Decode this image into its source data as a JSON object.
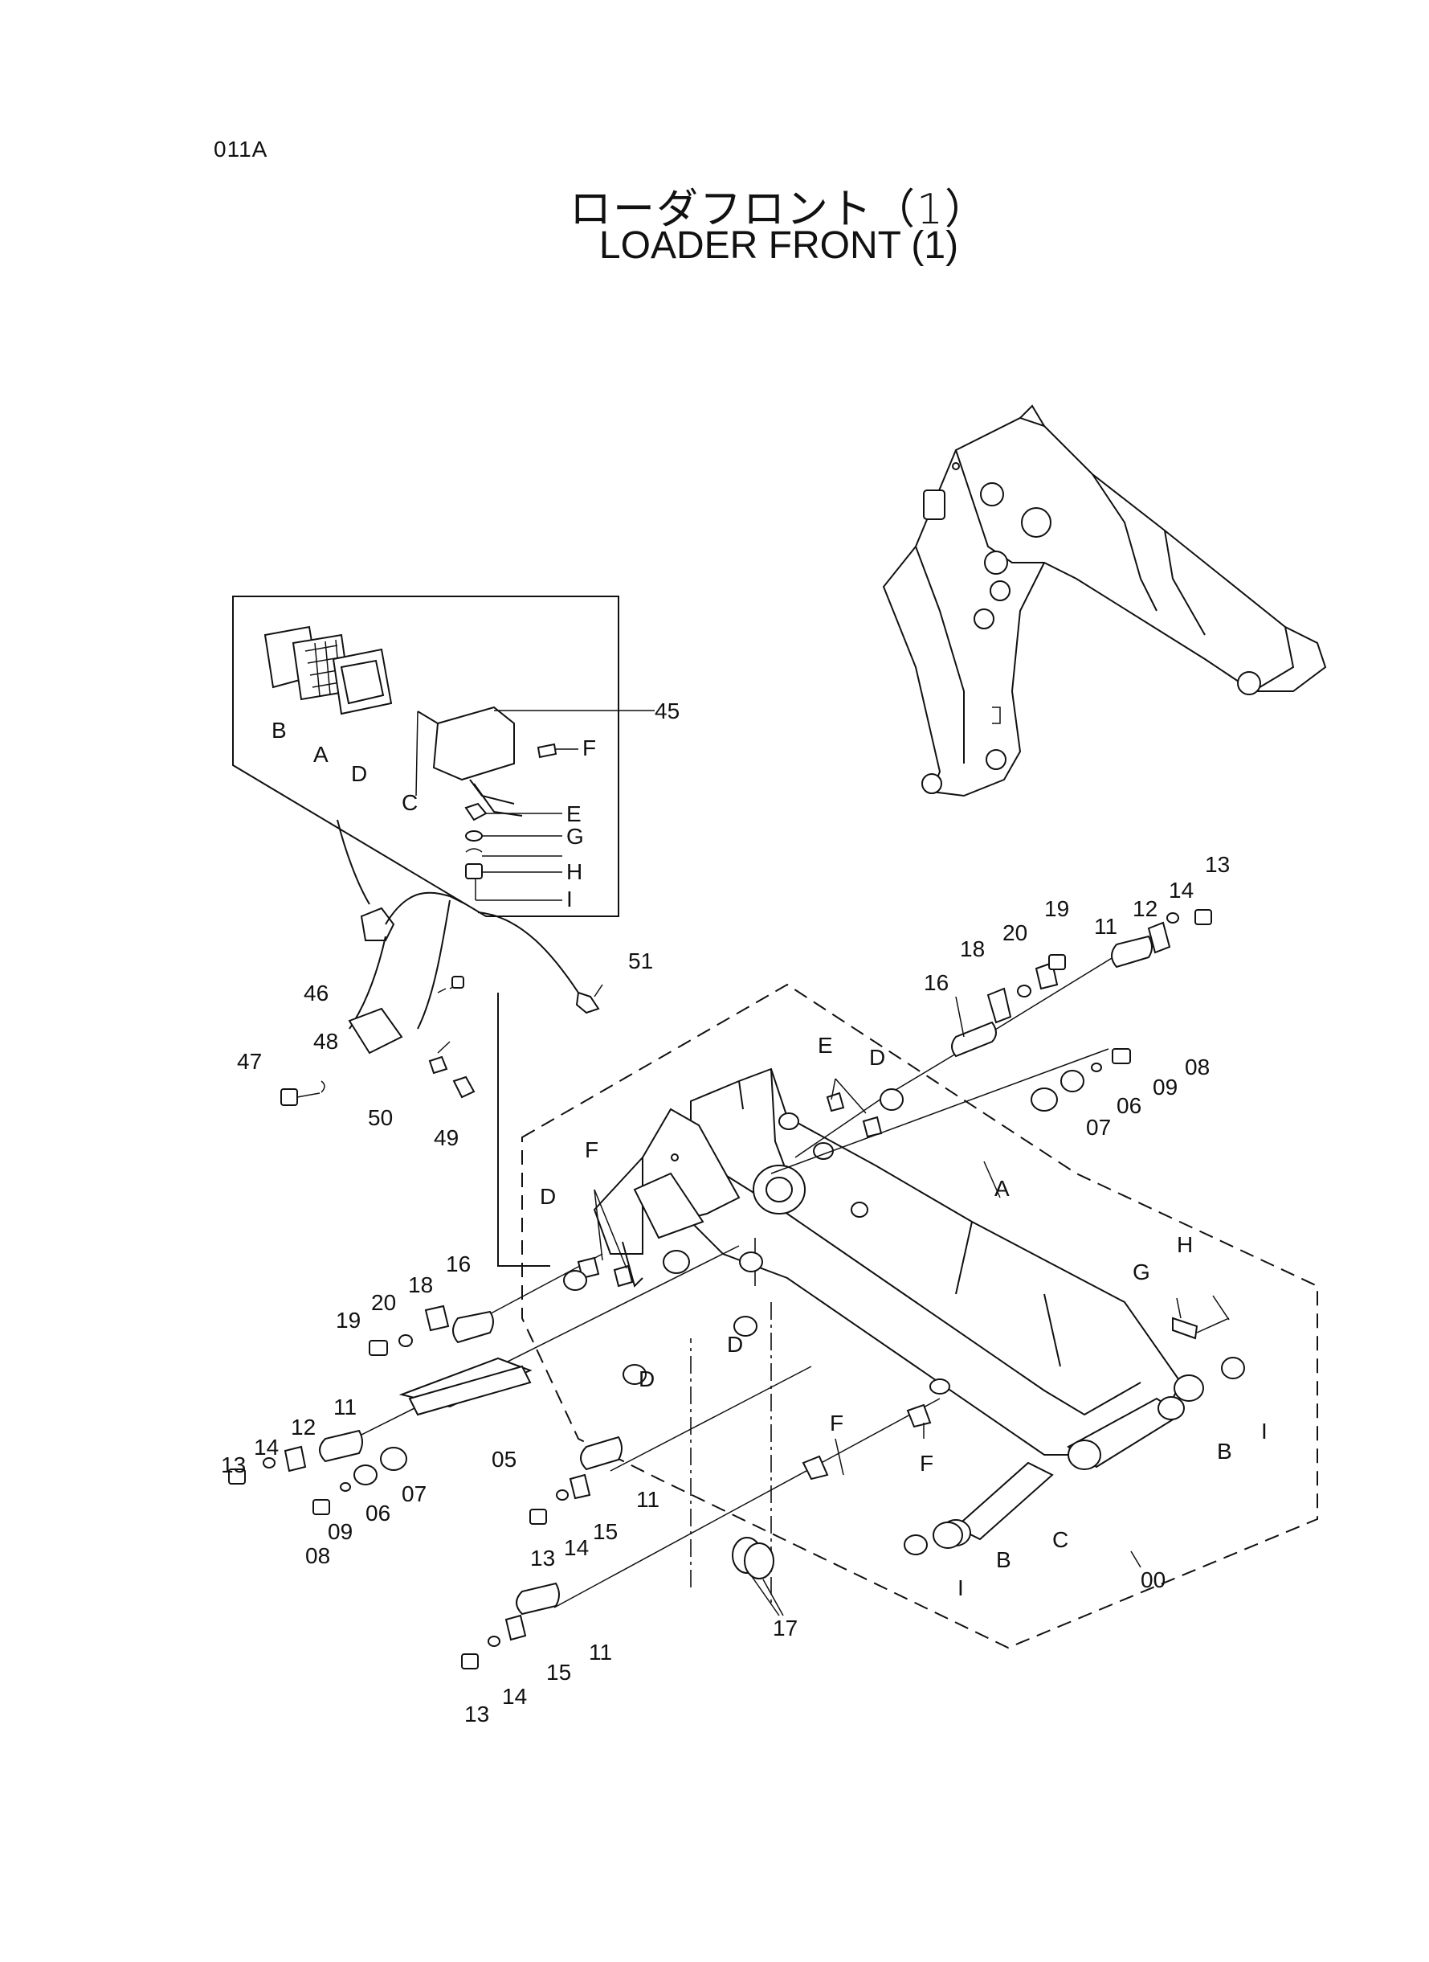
{
  "page": {
    "code": "011A",
    "title_jp": "ローダフロント（1）",
    "title_en": "LOADER FRONT (1)"
  },
  "callouts": {
    "lamp": {
      "45": "45",
      "B": "B",
      "A": "A",
      "D": "D",
      "C": "C",
      "F": "F",
      "E": "E",
      "G": "G",
      "H": "H",
      "I": "I"
    },
    "harness": {
      "51": "51",
      "46": "46",
      "48": "48",
      "47": "47",
      "50": "50",
      "49": "49"
    },
    "top_right": {
      "13": "13",
      "14": "14",
      "12": "12",
      "11": "11",
      "19": "19",
      "20": "20",
      "18": "18",
      "16": "16",
      "D": "D",
      "E": "E",
      "08": "08",
      "09": "09",
      "06": "06",
      "07": "07"
    },
    "middle": {
      "F": "F",
      "D1": "D",
      "D2": "D",
      "D3": "D",
      "A": "A",
      "G": "G",
      "H": "H",
      "I1": "I",
      "B1": "B",
      "F2": "F",
      "F3": "F"
    },
    "left": {
      "16": "16",
      "18": "18",
      "20": "20",
      "19": "19",
      "11": "11",
      "12": "12",
      "14": "14",
      "13": "13",
      "05": "05",
      "07": "07",
      "06": "06",
      "09": "09",
      "08": "08"
    },
    "bottom": {
      "11a": "11",
      "15a": "15",
      "14a": "14",
      "13a": "13",
      "11b": "11",
      "15b": "15",
      "14b": "14",
      "13b": "13",
      "17": "17",
      "C": "C",
      "B": "B",
      "I": "I",
      "00": "00"
    }
  }
}
